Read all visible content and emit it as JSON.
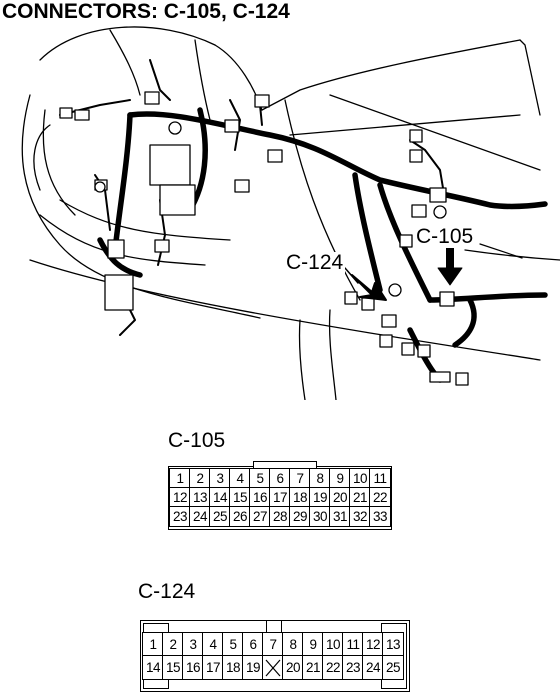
{
  "title": "CONNECTORS: C-105, C-124",
  "callouts": {
    "c105": "C-105",
    "c124": "C-124"
  },
  "connectors": {
    "c105": {
      "name": "C-105",
      "rows": [
        [
          "1",
          "2",
          "3",
          "4",
          "5",
          "6",
          "7",
          "8",
          "9",
          "10",
          "11"
        ],
        [
          "12",
          "13",
          "14",
          "15",
          "16",
          "17",
          "18",
          "19",
          "20",
          "21",
          "22"
        ],
        [
          "23",
          "24",
          "25",
          "26",
          "27",
          "28",
          "29",
          "30",
          "31",
          "32",
          "33"
        ]
      ]
    },
    "c124": {
      "name": "C-124",
      "rows": [
        [
          "1",
          "2",
          "3",
          "4",
          "5",
          "6",
          "7",
          "8",
          "9",
          "10",
          "11",
          "12",
          "13"
        ],
        [
          "14",
          "15",
          "16",
          "17",
          "18",
          "19",
          "",
          "20",
          "21",
          "22",
          "23",
          "24",
          "25"
        ]
      ]
    }
  }
}
